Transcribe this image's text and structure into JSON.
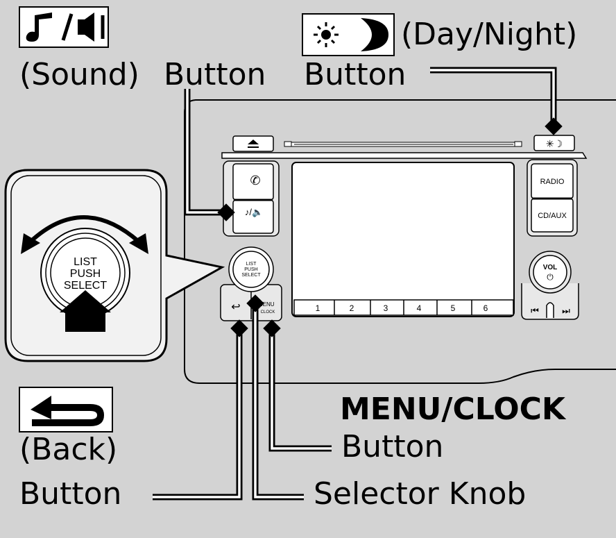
{
  "labels": {
    "sound_paren": "(Sound)",
    "sound_button": "Button",
    "day_night_paren": "(Day/Night)",
    "day_night_button": "Button",
    "back_paren": "(Back)",
    "back_button": "Button",
    "menu_clock_title": "MENU/CLOCK",
    "menu_clock_button": "Button",
    "selector_knob": "Selector Knob"
  },
  "panel": {
    "eject_symbol": "▲",
    "phone_symbol": "✆",
    "sound_symbol": "♪/🔈",
    "day_night_symbol": "✳☽",
    "radio": "RADIO",
    "cd_aux": "CD/AUX",
    "vol": "VOL",
    "power_symbol": "⏻",
    "prev_symbol": "⏮",
    "next_symbol": "⏭",
    "knob_list": "LIST",
    "knob_push": "PUSH",
    "knob_select": "SELECT",
    "back_symbol": "↩",
    "menu_abbrev": "IENU",
    "clock_abbrev": "CLOCK",
    "presets": [
      "1",
      "2",
      "3",
      "4",
      "5",
      "6"
    ]
  },
  "inset": {
    "list": "LIST",
    "push": "PUSH",
    "select": "SELECT"
  },
  "icons": {
    "sound": "sound-icon",
    "day_night": "day-night-icon",
    "back": "back-arrow-icon"
  }
}
